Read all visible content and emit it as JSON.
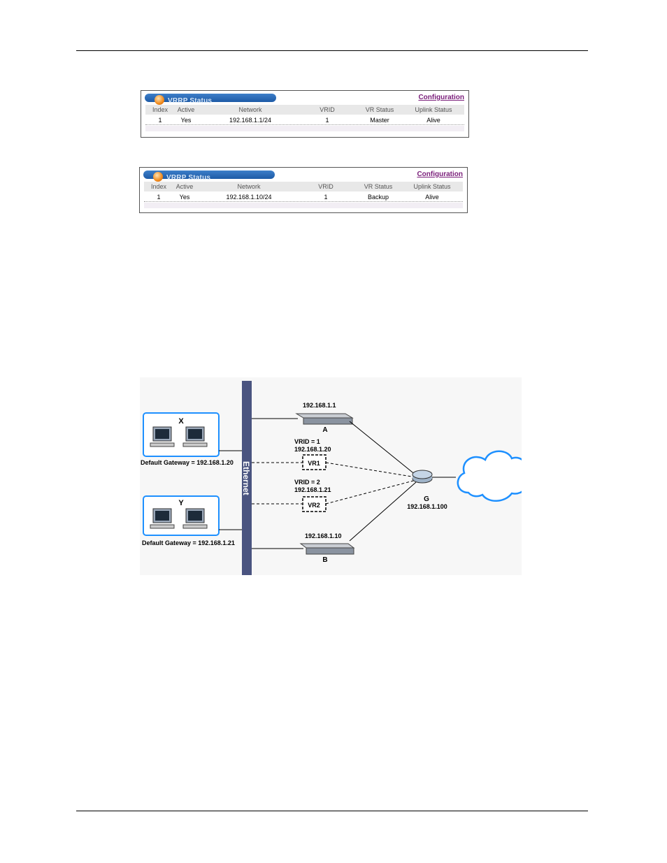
{
  "panels": [
    {
      "title": "VRRP Status",
      "config_link": "Configuration",
      "columns": [
        "Index",
        "Active",
        "Network",
        "VRID",
        "VR Status",
        "Uplink Status"
      ],
      "row": [
        "1",
        "Yes",
        "192.168.1.1/24",
        "1",
        "Master",
        "Alive"
      ]
    },
    {
      "title": "VRRP Status",
      "config_link": "Configuration",
      "columns": [
        "Index",
        "Active",
        "Network",
        "VRID",
        "VR Status",
        "Uplink Status"
      ],
      "row": [
        "1",
        "Yes",
        "192.168.1.10/24",
        "1",
        "Backup",
        "Alive"
      ]
    }
  ],
  "diagram": {
    "ethernet_label": "Ethernet",
    "group_x": {
      "label": "X",
      "gateway": "Default Gateway = 192.168.1.20"
    },
    "group_y": {
      "label": "Y",
      "gateway": "Default Gateway = 192.168.1.21"
    },
    "switch_a": {
      "ip": "192.168.1.1",
      "label": "A"
    },
    "switch_b": {
      "ip": "192.168.1.10",
      "label": "B"
    },
    "vr1": {
      "vrid": "VRID = 1",
      "ip": "192.168.1.20",
      "label": "VR1"
    },
    "vr2": {
      "vrid": "VRID = 2",
      "ip": "192.168.1.21",
      "label": "VR2"
    },
    "router_g": {
      "label": "G",
      "ip": "192.168.1.100"
    }
  },
  "colors": {
    "link": "#7a1e7a",
    "title_bar": "#1d5aa6",
    "ethernet_bar": "#4a5480",
    "group_border": "#1e90ff"
  }
}
